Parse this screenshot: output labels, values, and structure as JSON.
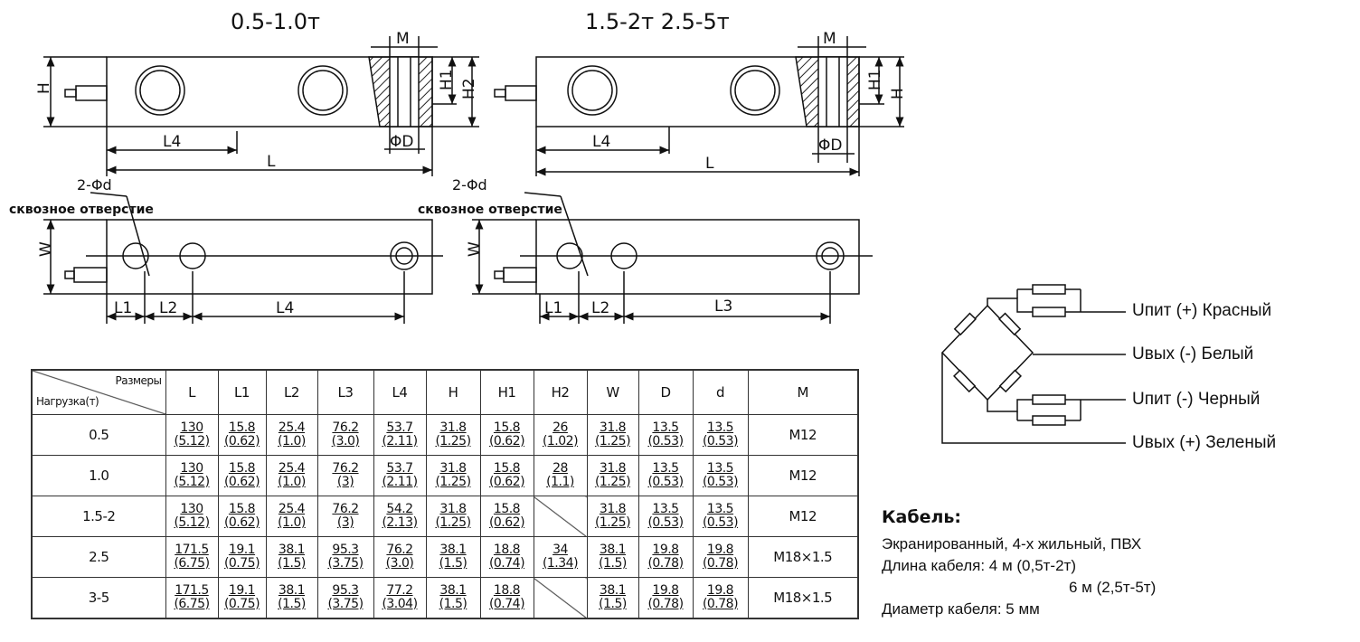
{
  "drawings": {
    "left_title": "0.5-1.0т",
    "right_title": "1.5-2т 2.5-5т",
    "labels": {
      "M": "M",
      "H": "H",
      "H1": "H1",
      "H2": "H2",
      "D": "ΦD",
      "L": "L",
      "L1": "L1",
      "L2": "L2",
      "L3": "L3",
      "L4": "L4",
      "W": "W",
      "hole": "2-Φd",
      "through_hole": "сквозное отверстие"
    }
  },
  "wiring": {
    "wires": [
      "Uпит  (+) Красный",
      "Uвых  (-) Белый",
      "Uпит (-) Черный",
      "Uвых  (+) Зеленый"
    ]
  },
  "table": {
    "corner_top": "Размеры",
    "corner_bottom": "Нагрузка(т)",
    "columns": [
      "L",
      "L1",
      "L2",
      "L3",
      "L4",
      "H",
      "H1",
      "H2",
      "W",
      "D",
      "d",
      "M"
    ],
    "rows": [
      {
        "load": "0.5",
        "cells": [
          [
            "130",
            "(5.12)"
          ],
          [
            "15.8",
            "(0.62)"
          ],
          [
            "25.4",
            "(1.0)"
          ],
          [
            "76.2",
            "(3.0)"
          ],
          [
            "53.7",
            "(2.11)"
          ],
          [
            "31.8",
            "(1.25)"
          ],
          [
            "15.8",
            "(0.62)"
          ],
          [
            "26",
            "(1.02)"
          ],
          [
            "31.8",
            "(1.25)"
          ],
          [
            "13.5",
            "(0.53)"
          ],
          [
            "13.5",
            "(0.53)"
          ]
        ],
        "M": "M12"
      },
      {
        "load": "1.0",
        "cells": [
          [
            "130",
            "(5.12)"
          ],
          [
            "15.8",
            "(0.62)"
          ],
          [
            "25.4",
            "(1.0)"
          ],
          [
            "76.2",
            "(3)"
          ],
          [
            "53.7",
            "(2.11)"
          ],
          [
            "31.8",
            "(1.25)"
          ],
          [
            "15.8",
            "(0.62)"
          ],
          [
            "28",
            "(1.1)"
          ],
          [
            "31.8",
            "(1.25)"
          ],
          [
            "13.5",
            "(0.53)"
          ],
          [
            "13.5",
            "(0.53)"
          ]
        ],
        "M": "M12"
      },
      {
        "load": "1.5-2",
        "cells": [
          [
            "130",
            "(5.12)"
          ],
          [
            "15.8",
            "(0.62)"
          ],
          [
            "25.4",
            "(1.0)"
          ],
          [
            "76.2",
            "(3)"
          ],
          [
            "54.2",
            "(2.13)"
          ],
          [
            "31.8",
            "(1.25)"
          ],
          [
            "15.8",
            "(0.62)"
          ],
          null,
          [
            "31.8",
            "(1.25)"
          ],
          [
            "13.5",
            "(0.53)"
          ],
          [
            "13.5",
            "(0.53)"
          ]
        ],
        "M": "M12"
      },
      {
        "load": "2.5",
        "cells": [
          [
            "171.5",
            "(6.75)"
          ],
          [
            "19.1",
            "(0.75)"
          ],
          [
            "38.1",
            "(1.5)"
          ],
          [
            "95.3",
            "(3.75)"
          ],
          [
            "76.2",
            "(3.0)"
          ],
          [
            "38.1",
            "(1.5)"
          ],
          [
            "18.8",
            "(0.74)"
          ],
          [
            "34",
            "(1.34)"
          ],
          [
            "38.1",
            "(1.5)"
          ],
          [
            "19.8",
            "(0.78)"
          ],
          [
            "19.8",
            "(0.78)"
          ]
        ],
        "M": "M18×1.5"
      },
      {
        "load": "3-5",
        "cells": [
          [
            "171.5",
            "(6.75)"
          ],
          [
            "19.1",
            "(0.75)"
          ],
          [
            "38.1",
            "(1.5)"
          ],
          [
            "95.3",
            "(3.75)"
          ],
          [
            "77.2",
            "(3.04)"
          ],
          [
            "38.1",
            "(1.5)"
          ],
          [
            "18.8",
            "(0.74)"
          ],
          null,
          [
            "38.1",
            "(1.5)"
          ],
          [
            "19.8",
            "(0.78)"
          ],
          [
            "19.8",
            "(0.78)"
          ]
        ],
        "M": "M18×1.5"
      }
    ]
  },
  "cable": {
    "title": "Кабель:",
    "lines": [
      "Экранированный, 4-х жильный, ПВХ",
      "Длина кабеля: 4 м (0,5т-2т)",
      "6 м (2,5т-5т)",
      "Диаметр кабеля: 5 мм"
    ]
  }
}
